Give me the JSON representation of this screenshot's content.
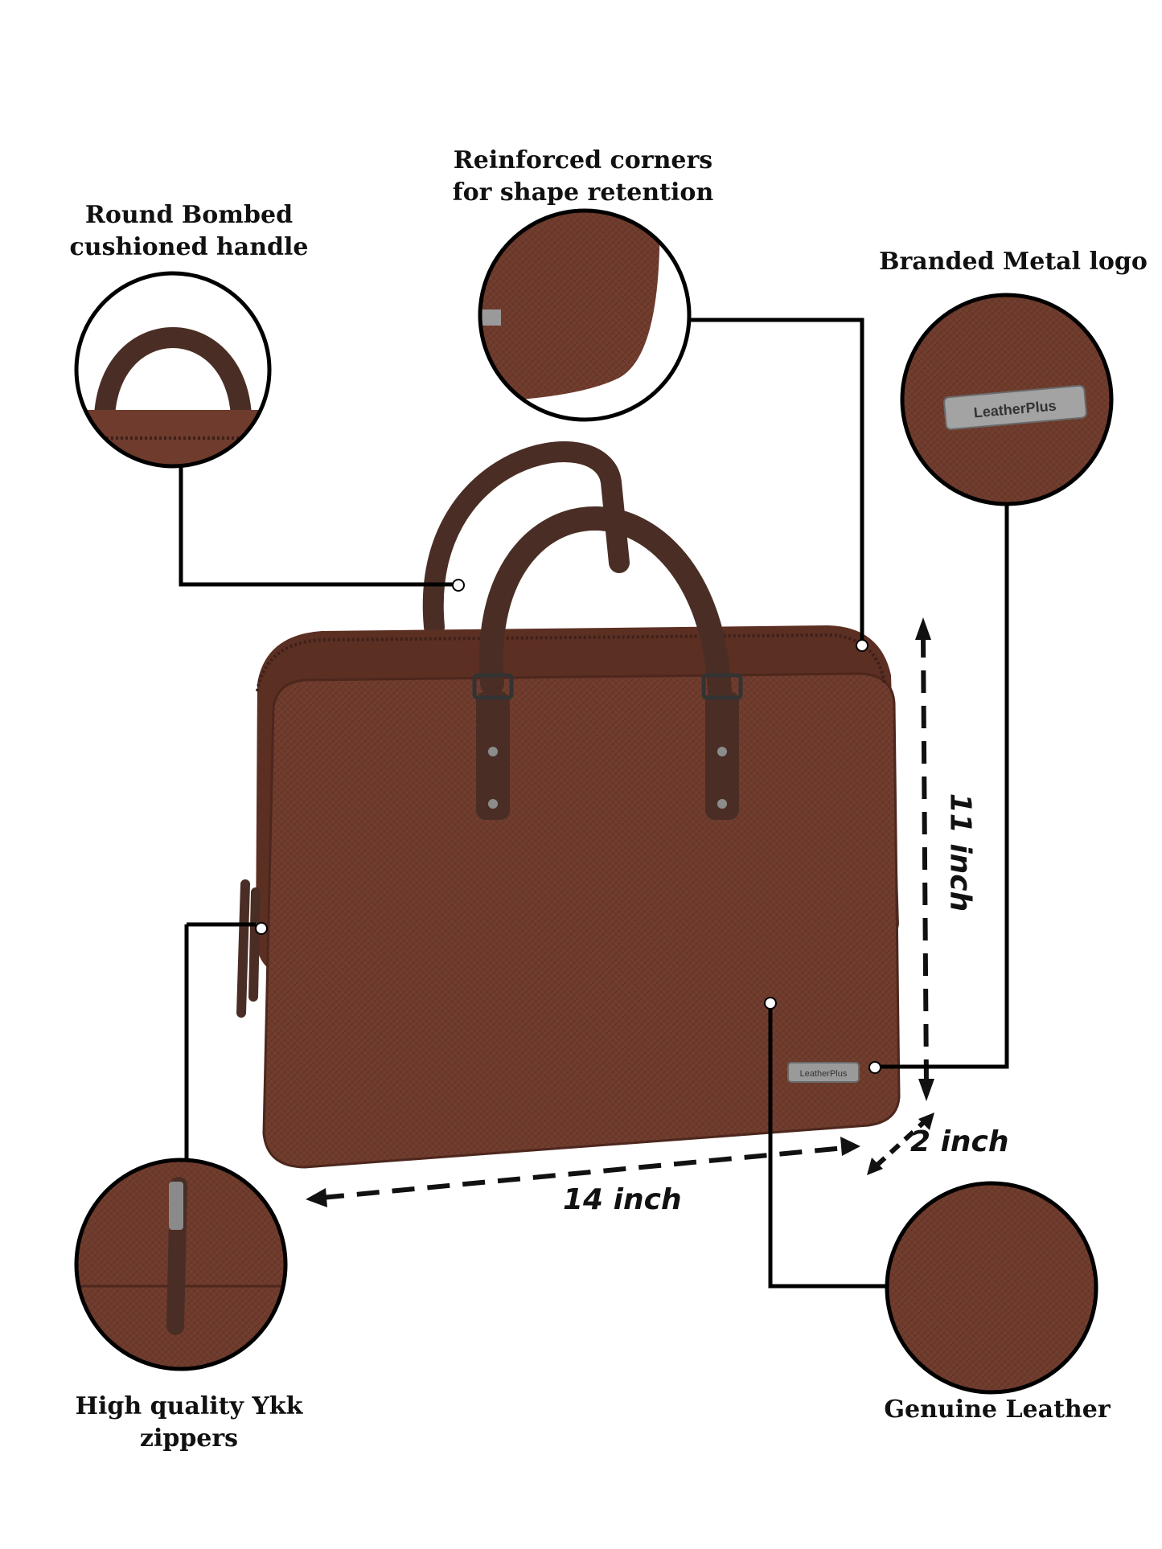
{
  "callouts": {
    "handle": "Round Bombed cushioned handle",
    "corners": "Reinforced corners for shape retention",
    "logo": "Branded Metal logo",
    "zippers": "High quality Ykk zippers",
    "leather": "Genuine Leather"
  },
  "dimensions": {
    "width": "14 inch",
    "height": "11 inch",
    "depth": "2 inch"
  },
  "brand": {
    "logo_text": "LeatherPlus"
  },
  "colors": {
    "leather": "#6e3b2c",
    "handle": "#4a2e25",
    "line": "#000000"
  }
}
